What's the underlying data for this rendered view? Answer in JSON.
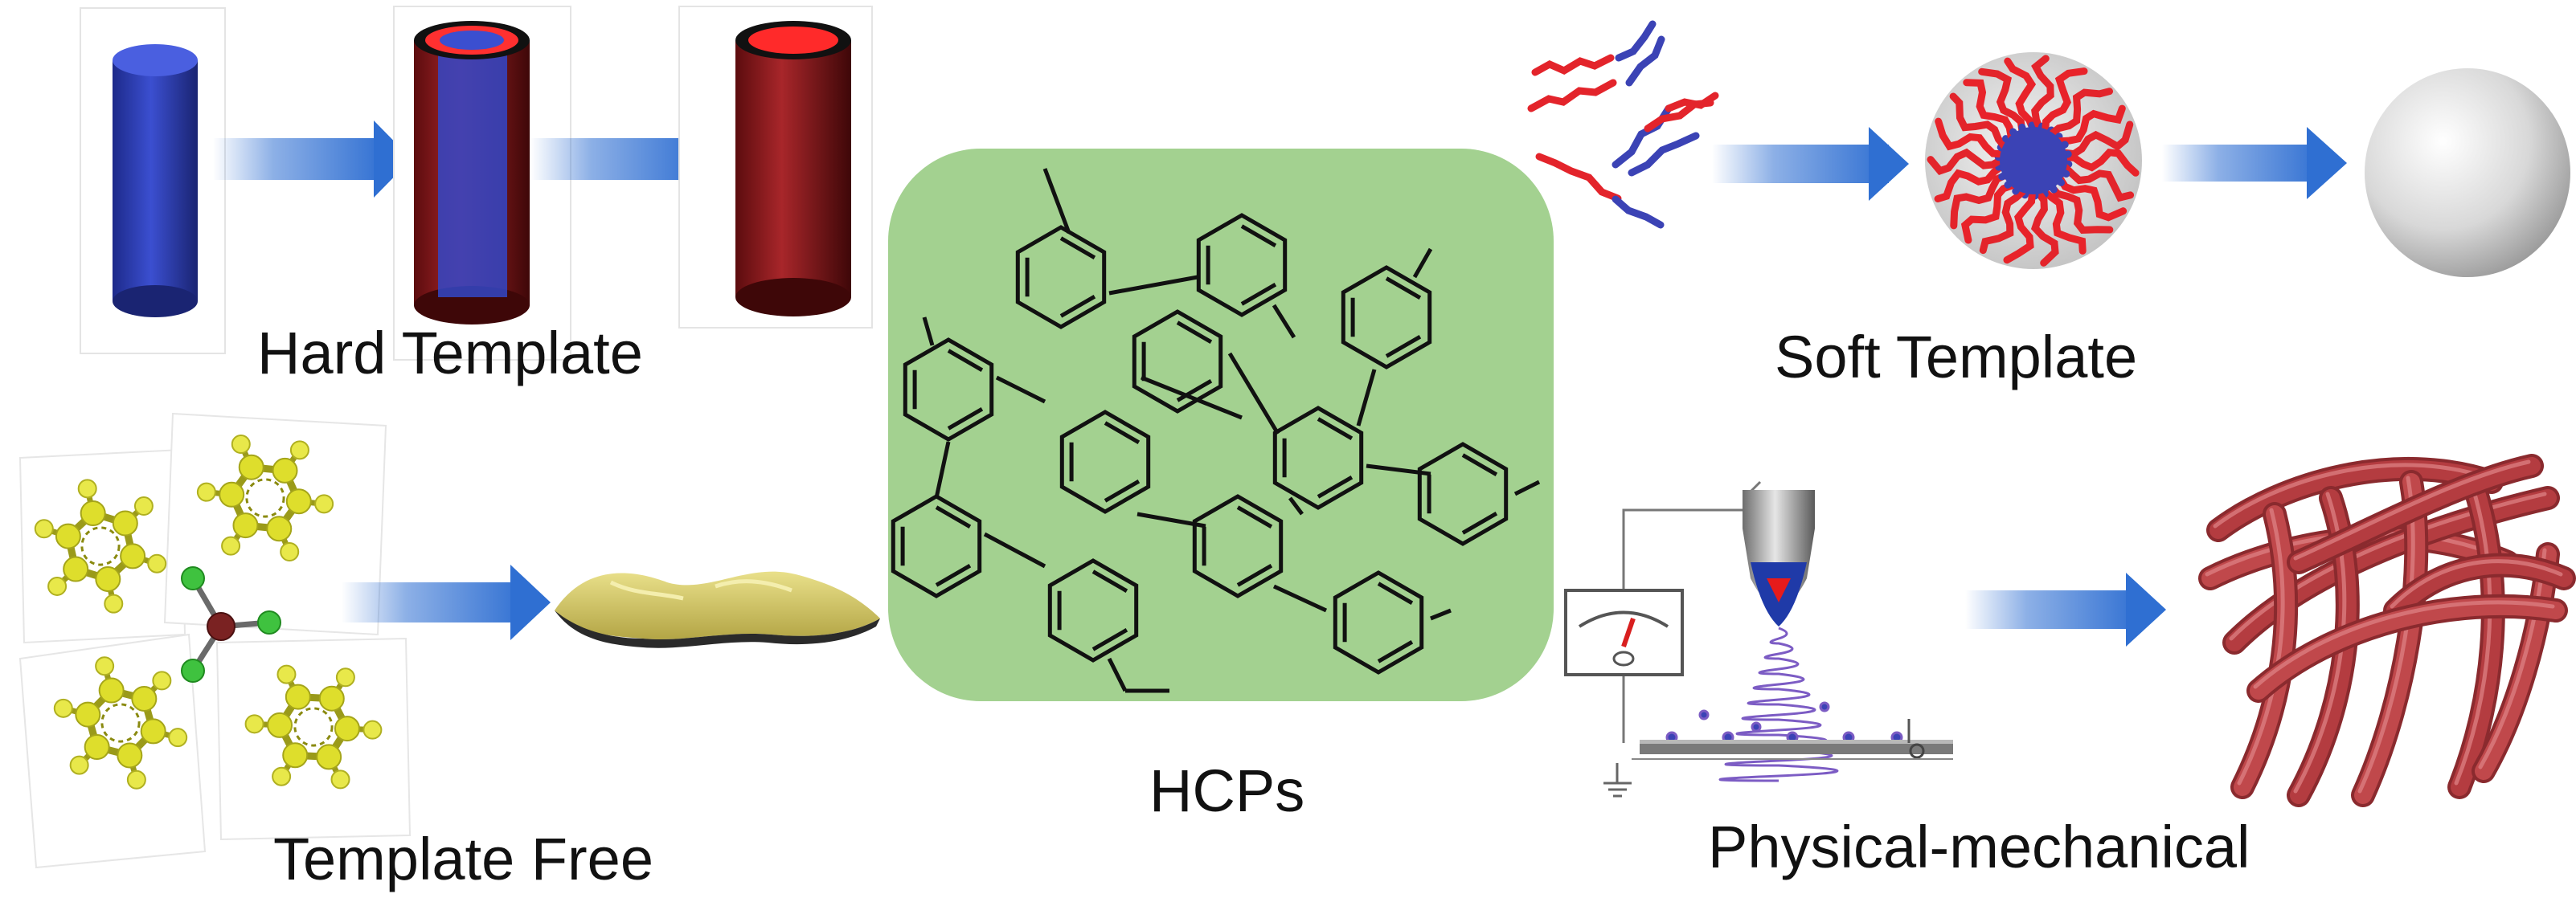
{
  "labels": {
    "hard_template": "Hard Template",
    "soft_template": "Soft Template",
    "template_free": "Template Free",
    "physical_mechanical": "Physical-mechanical",
    "center": "HCPs"
  },
  "colors": {
    "rod_blue": "#2d3fae",
    "tube_red": "#8e1a1c",
    "tube_inner": "#ff2a2a",
    "hcp_box": "#a3d190",
    "arrow": "#2f6fd2",
    "chain_red": "#e3242b",
    "chain_blue": "#3b43b5",
    "molecule": "#d9d92a",
    "sheet": "#d4c86a",
    "fiber": "#c0484b"
  },
  "icons": [
    "blue-rod-icon",
    "core-shell-tube-icon",
    "hollow-tube-icon",
    "polymer-chains-icon",
    "micelle-icon",
    "sphere-icon",
    "benzene-molecule-icon",
    "crosslinker-molecule-icon",
    "porous-sheet-icon",
    "electrospinning-setup-icon",
    "fiber-bundle-icon",
    "hcp-network-icon"
  ]
}
